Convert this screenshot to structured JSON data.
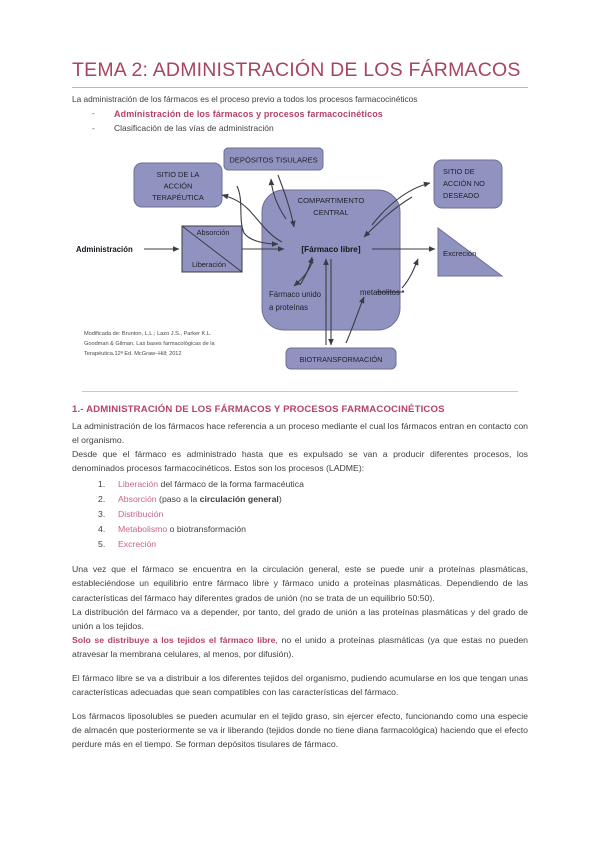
{
  "document": {
    "title": "TEMA 2: ADMINISTRACIÓN DE LOS FÁRMACOS",
    "intro": "La administración de los fármacos es el proceso previo a todos los procesos farmacocinéticos",
    "dash": "-",
    "outline": [
      {
        "text": "Admínistración de los fármacos y procesos farmacocinéticos",
        "highlight": true
      },
      {
        "text": "Clasificación de las vías de administración",
        "highlight": false
      }
    ]
  },
  "diagram": {
    "name": "pharmacokinetics-diagram",
    "fill_color": "#9093c0",
    "stroke_color": "#6e6f96",
    "boxes": {
      "deposits": "DEPÓSITOS TISULARES",
      "therapeutic_site_line1": "SITIO DE LA",
      "therapeutic_site_line2": "ACCIÓN",
      "therapeutic_site_line3": "TERAPÉUTICA",
      "adverse_site_line1": "SITIO DE",
      "adverse_site_line2": "ACCIÓN NO",
      "adverse_site_line3": "DESEADO",
      "central_line1": "COMPARTIMENTO",
      "central_line2": "CENTRAL",
      "free_drug": "[Fármaco libre]",
      "absorption": "Absorción",
      "liberation": "Liberación",
      "administration": "Administración",
      "excretion": "Excreción",
      "protein_bound_line1": "Fármaco unido",
      "protein_bound_line2": "a proteínas",
      "metabolites": "metabolitos",
      "biotransformation": "BIOTRANSFORMACIÓN"
    },
    "citation": [
      "Modificada de: Brunton, L.L.; Lazo J.S., Parker K.L.",
      "Goodman & Gilman, Las bases farmacológicas de la",
      "Terapéutica.12ª Ed. McGraw–Hill; 2012"
    ]
  },
  "section1": {
    "heading": "1.- ADMINISTRACIÓN DE LOS FÁRMACOS Y PROCESOS FARMACOCINÉTICOS",
    "para1": "La administración de los fármacos hace referencia a un proceso mediante el cual los fármacos entran en contacto con el organismo.",
    "para2": "Desde que el fármaco es administrado hasta que es expulsado se van a producir diferentes procesos, los denominados procesos farmacocinéticos. Estos son los procesos (LADME):",
    "ladme": [
      {
        "num": "1.",
        "key": "Liberación",
        "rest": " del fármaco de la forma farmacéutica"
      },
      {
        "num": "2.",
        "key": "Absorción",
        "rest_pre": " (paso a la ",
        "rest_bold": "circulación general",
        "rest_post": ")"
      },
      {
        "num": "3.",
        "key": "Distribución",
        "rest": ""
      },
      {
        "num": "4.",
        "key": "Metabolismo",
        "rest": " o biotransformación"
      },
      {
        "num": "5.",
        "key": "Excreción",
        "rest": ""
      }
    ],
    "para3": "Una vez que el fármaco se encuentra en la circulación general, este se puede unir a proteínas plasmáticas, estableciéndose un equilibrio entre fármaco libre y fármaco unido a proteínas plasmáticas. Dependiendo de las características del fármaco hay diferentes grados de unión (no se trata de un equilibrio 50:50).",
    "para4": "La distribución del fármaco va a depender, por tanto, del grado de unión a las proteínas plasmáticas y del grado de unión a los tejidos.",
    "para5_bold": "Solo se distribuye a los tejidos el fármaco libre",
    "para5_rest": ", no el unido a proteínas plasmáticas (ya que estas no pueden atravesar la membrana celulares, al menos, por difusión).",
    "para6": "El fármaco libre se va a distribuir a los diferentes tejidos del organismo, pudiendo acumularse en los que tengan unas características adecuadas que sean compatibles con las características del fármaco.",
    "para7": "Los fármacos liposolubles se pueden acumular en el tejido graso, sin ejercer efecto, funcionando como una especie de almacén que posteriormente se va ir liberando (tejidos donde no tiene diana farmacológica) haciendo que el efecto perdure más en el tiempo. Se forman depósitos tisulares de fármaco."
  },
  "colors": {
    "title": "#a8445f",
    "heading": "#b3436a",
    "accent_pink": "#c4648d",
    "body": "#3f3f3f"
  }
}
